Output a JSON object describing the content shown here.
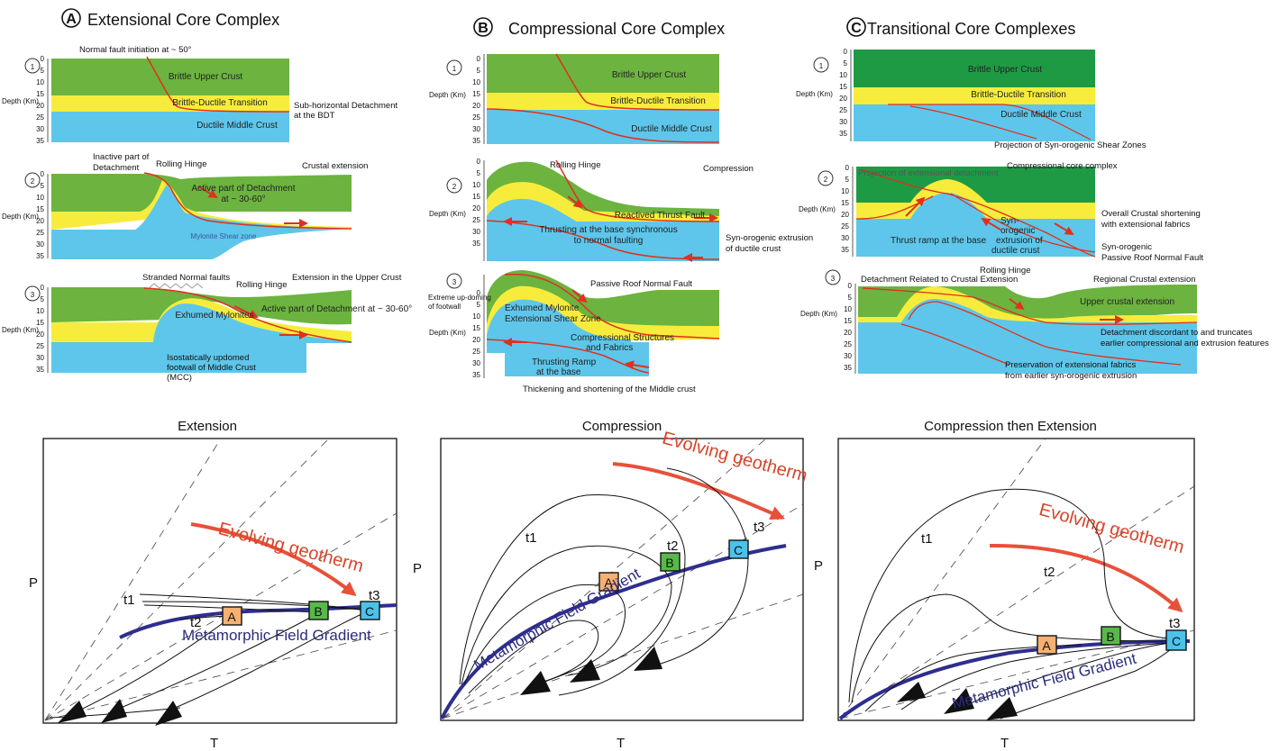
{
  "panels": {
    "A": {
      "letter": "A",
      "title": "Extensional Core Complex"
    },
    "B": {
      "letter": "B",
      "title": "Compressional Core Complex"
    },
    "C": {
      "letter": "C",
      "title": "Transitional Core Complexes"
    }
  },
  "common": {
    "depth_label": "Depth (Km)",
    "depth_ticks": [
      "0",
      "5",
      "10",
      "15",
      "20",
      "25",
      "30",
      "35"
    ],
    "stage_1": "1",
    "stage_2": "2",
    "stage_3": "3",
    "brittle_upper": "Brittle Upper Crust",
    "bdt": "Brittle-Ductile Transition",
    "ductile_middle": "Ductile Middle Crust"
  },
  "a_labels": {
    "fault_init": "Normal fault initiation at ~ 50°",
    "sub_horizontal_1": "Sub-horizontal Detachment",
    "sub_horizontal_2": "at the BDT",
    "inactive_1": "Inactive part of",
    "inactive_2": "Detachment",
    "rolling_hinge_2": "Rolling Hinge",
    "crustal_ext": "Crustal extension",
    "active_1": "Active part of Detachment",
    "active_2": "at ~ 30-60°",
    "mylonite_zone": "Mylonite Shear zone",
    "stranded": "Stranded Normal faults",
    "ext_upper": "Extension in the Upper Crust",
    "rolling_hinge_3": "Rolling Hinge",
    "exhumed": "Exhumed Mylonites",
    "active_3": "Active part of Detachment at ~ 30-60°",
    "iso_1": "Isostatically updomed",
    "iso_2": "footwall of Middle Crust",
    "iso_3": "(MCC)"
  },
  "b_labels": {
    "rolling_hinge": "Rolling Hinge",
    "compression": "Compression",
    "reactived": "Reactived Thrust Fault",
    "thrusting_1": "Thrusting at the base synchronous",
    "thrusting_2": "to normal faulting",
    "synorog_1": "Syn-orogenic extrusion",
    "synorog_2": "of ductile crust",
    "extreme_1": "Extreme up-doming",
    "extreme_2": "of footwall",
    "passive": "Passive Roof Normal Fault",
    "exh_1": "Exhumed Mylonite",
    "exh_2": "Extensional Shear Zone",
    "comp_struct_1": "Compressional Structures",
    "comp_struct_2": "and Fabrics",
    "ramp_1": "Thrusting Ramp",
    "ramp_2": "at the base",
    "thickening": "Thickening and shortening of the Middle crust"
  },
  "c_labels": {
    "projection_syn": "Projection of Syn-orogenic Shear Zones",
    "projection_ext": "Projection of extensional detachment",
    "comp_core": "Compressional core complex",
    "overall_1": "Overall Crustal shortening",
    "overall_2": "with extensional fabrics",
    "synorog_c_1": "Syn-",
    "synorog_c_2": "orogenic",
    "synorog_c_3": "extrusion of",
    "synorog_c_4": "ductile crust",
    "thrust_ramp": "Thrust ramp at the base",
    "synorog_passive_1": "Syn-orogenic",
    "synorog_passive_2": "Passive Roof Normal Fault",
    "rolling_hinge": "Rolling Hinge",
    "detach_related": "Detachment Related to Crustal Extension",
    "regional_ext": "Regional Crustal extension",
    "upper_ext": "Upper crustal extension",
    "discordant_1": "Detachment discordant to and truncates",
    "discordant_2": "earlier compressional and extrusion features",
    "preservation_1": "Preservation of extensional fabrics",
    "preservation_2": "from earlier syn-orogenic extrusion"
  },
  "pt": {
    "p_label": "P",
    "t_label": "T",
    "geotherm": "Evolving geotherm",
    "mfg": "Metamorphic Field Gradient",
    "box_a": "A",
    "box_b": "B",
    "box_c": "C",
    "extension": {
      "title": "Extension",
      "t1": "t1",
      "t2": "t2",
      "t3": "t3"
    },
    "compression": {
      "title": "Compression",
      "t1": "t1",
      "t2": "t2",
      "t3": "t3"
    },
    "comp_ext": {
      "title": "Compression then Extension",
      "t1": "t1",
      "t2": "t2",
      "t3": "t3"
    }
  },
  "colors": {
    "upper_crust": "#6cb33f",
    "upper_crust_dark": "#1e9a45",
    "bdt": "#f7ec3c",
    "ductile": "#5ec6ea",
    "fault": "#e0301e",
    "geotherm": "#e8503a",
    "mfg": "#2e2e8f",
    "box_a": "#f6b072",
    "box_b": "#58b94a",
    "box_c": "#4cc2ea"
  }
}
